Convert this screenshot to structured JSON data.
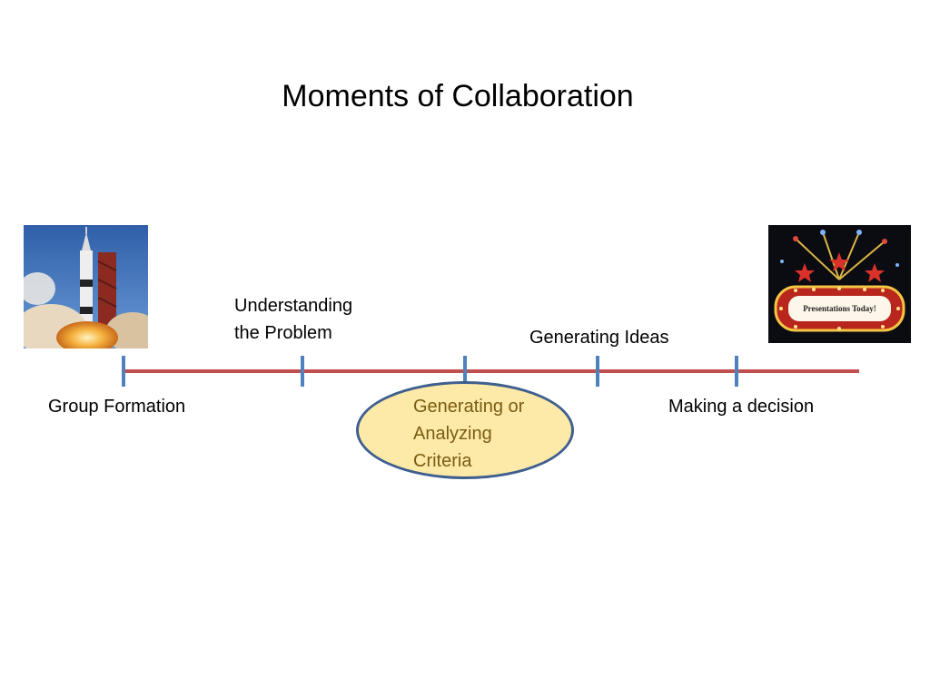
{
  "slide": {
    "title": "Moments of Collaboration"
  },
  "milestones": [
    {
      "label": "Group Formation",
      "highlighted": false
    },
    {
      "label_lines": [
        "Understanding",
        "the Problem"
      ],
      "highlighted": false
    },
    {
      "label_lines": [
        "Generating or",
        "Analyzing",
        "Criteria"
      ],
      "highlighted": true
    },
    {
      "label": "Generating Ideas",
      "highlighted": false
    },
    {
      "label": "Making a decision",
      "highlighted": false
    }
  ],
  "images": {
    "left": {
      "name": "rocket-launch-image"
    },
    "right": {
      "name": "marquee-sign-image",
      "sign_text": "Presentations Today!"
    }
  },
  "colors": {
    "timeline_line": "#c0504d",
    "tick": "#4f81bd",
    "ellipse_fill": "#fde9a8",
    "ellipse_border": "#3f5f8f",
    "highlight_text": "#7a5c12"
  }
}
